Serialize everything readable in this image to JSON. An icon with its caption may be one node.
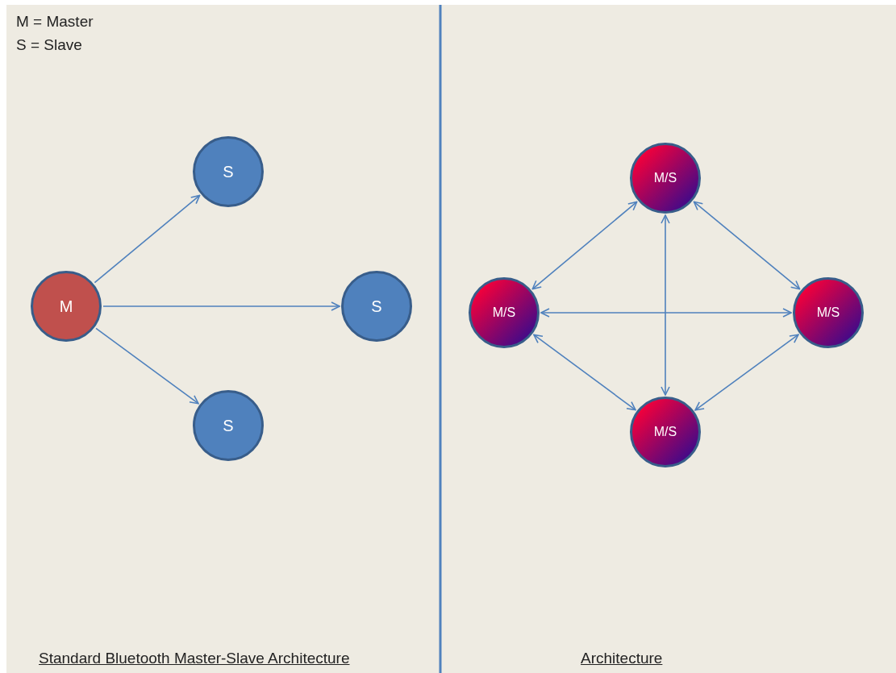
{
  "diagram": {
    "nodes": [
      {
        "text": [
          "M"
        ]
      },
      {
        "text": [
          "S"
        ]
      },
      {
        "text": [
          "S"
        ]
      },
      {
        "text": [
          "S"
        ]
      },
      {
        "text": [
          "M/S"
        ]
      },
      {
        "text": [
          "M/S"
        ]
      },
      {
        "text": [
          "M/S"
        ]
      },
      {
        "text": [
          "M/S"
        ]
      }
    ],
    "edges": [
      {
        "from": 0,
        "to": 1,
        "arrow": "to"
      },
      {
        "from": 0,
        "to": 2,
        "arrow": "to"
      },
      {
        "from": 0,
        "to": 3,
        "arrow": "to"
      },
      {
        "from": 4,
        "to": 5,
        "arrow": "both"
      },
      {
        "from": 4,
        "to": 6,
        "arrow": "both"
      },
      {
        "from": 4,
        "to": 7,
        "arrow": "both"
      },
      {
        "from": 5,
        "to": 6,
        "arrow": "both"
      },
      {
        "from": 5,
        "to": 7,
        "arrow": "both"
      },
      {
        "from": 6,
        "to": 7,
        "arrow": "both"
      }
    ],
    "labels": [
      "M = Master",
      "S = Slave",
      "Standard Bluetooth Master-Slave Architecture",
      "Architecture"
    ]
  }
}
